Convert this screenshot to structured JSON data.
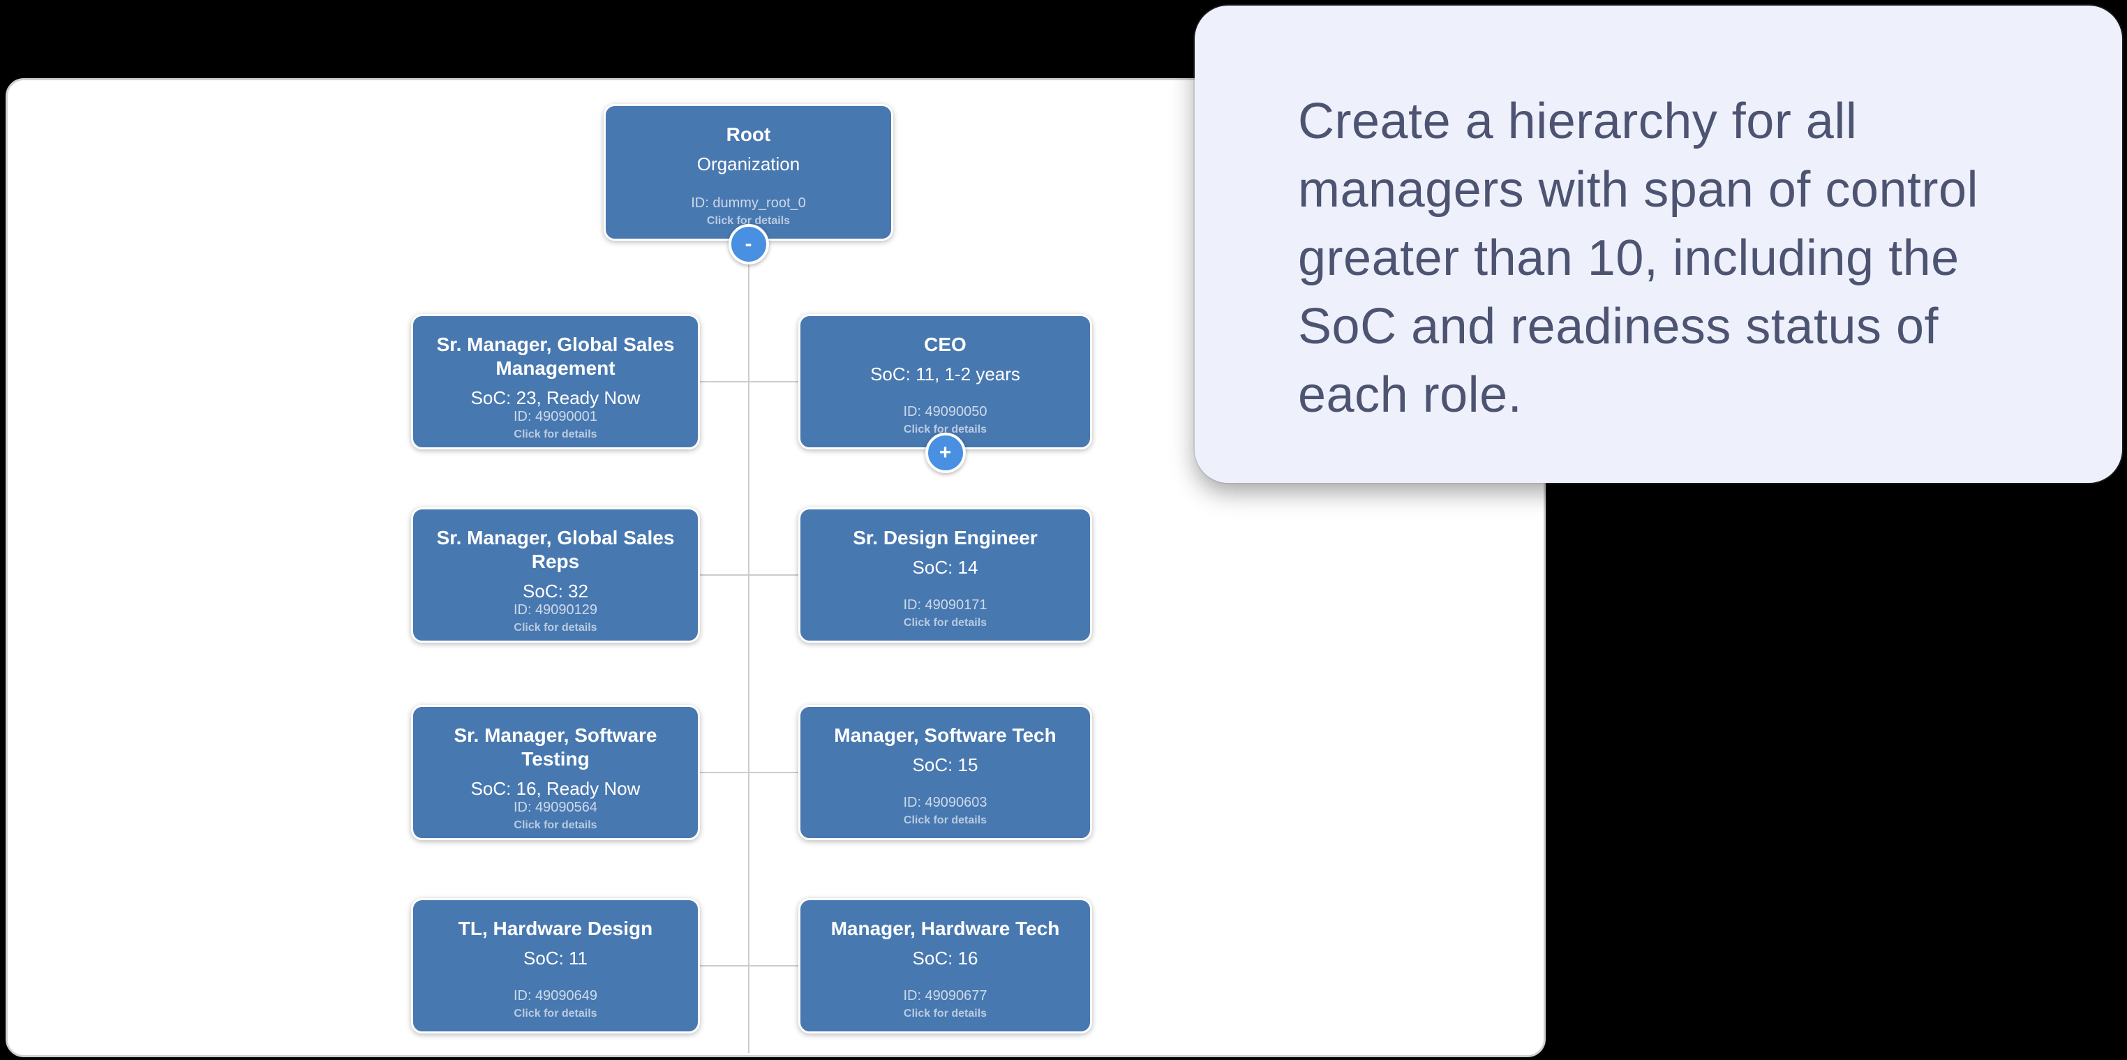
{
  "colors": {
    "background": "#000000",
    "canvas_bg": "#ffffff",
    "canvas_border": "#cfcfcf",
    "node_fill": "#4878b0",
    "node_text": "#ffffff",
    "node_muted_text": "#b9c6dc",
    "connector": "#cccccc",
    "toggle_button_fill": "#4a90e2",
    "panel_bg": "#eef1fb",
    "panel_text": "#4d5472"
  },
  "prompt_panel": {
    "text": "Create a hierarchy for all managers with span of control greater than 10, including the SoC and readiness status of each role."
  },
  "org_chart": {
    "root": {
      "title": "Root",
      "subtitle": "Organization",
      "id": "ID: dummy_root_0",
      "hint": "Click for details",
      "toggle": "-"
    },
    "nodes": [
      {
        "title": "Sr. Manager, Global Sales Management",
        "soc": "SoC: 23, Ready Now",
        "id": "ID: 49090001",
        "hint": "Click for details"
      },
      {
        "title": "CEO",
        "soc": "SoC: 11, 1-2 years",
        "id": "ID: 49090050",
        "hint": "Click for details",
        "toggle": "+"
      },
      {
        "title": "Sr. Manager, Global Sales Reps",
        "soc": "SoC: 32",
        "id": "ID: 49090129",
        "hint": "Click for details"
      },
      {
        "title": "Sr. Design Engineer",
        "soc": "SoC: 14",
        "id": "ID: 49090171",
        "hint": "Click for details"
      },
      {
        "title": "Sr. Manager, Software Testing",
        "soc": "SoC: 16, Ready Now",
        "id": "ID: 49090564",
        "hint": "Click for details"
      },
      {
        "title": "Manager, Software Tech",
        "soc": "SoC: 15",
        "id": "ID: 49090603",
        "hint": "Click for details"
      },
      {
        "title": "TL, Hardware Design",
        "soc": "SoC: 11",
        "id": "ID: 49090649",
        "hint": "Click for details"
      },
      {
        "title": "Manager, Hardware Tech",
        "soc": "SoC: 16",
        "id": "ID: 49090677",
        "hint": "Click for details"
      }
    ]
  }
}
